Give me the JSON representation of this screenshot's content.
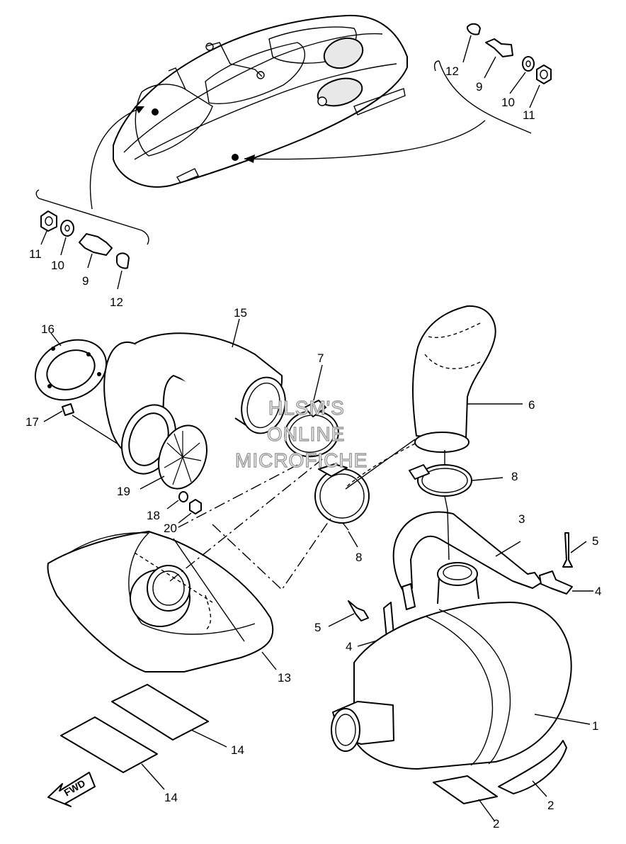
{
  "callouts": {
    "p1": "1",
    "p2a": "2",
    "p2b": "2",
    "p3": "3",
    "p4a": "4",
    "p4b": "4",
    "p5a": "5",
    "p5b": "5",
    "p6": "6",
    "p7": "7",
    "p8a": "8",
    "p8b": "8",
    "p9a": "9",
    "p9b": "9",
    "p10a": "10",
    "p10b": "10",
    "p11a": "11",
    "p11b": "11",
    "p12a": "12",
    "p12b": "12",
    "p13": "13",
    "p14a": "14",
    "p14b": "14",
    "p15": "15",
    "p16": "16",
    "p17": "17",
    "p18": "18",
    "p19": "19",
    "p20": "20"
  },
  "watermark": {
    "line1": "HLSM'S",
    "line2": "ONLINE",
    "line3": "MICROFICHE"
  },
  "fwd_label": "FWD"
}
